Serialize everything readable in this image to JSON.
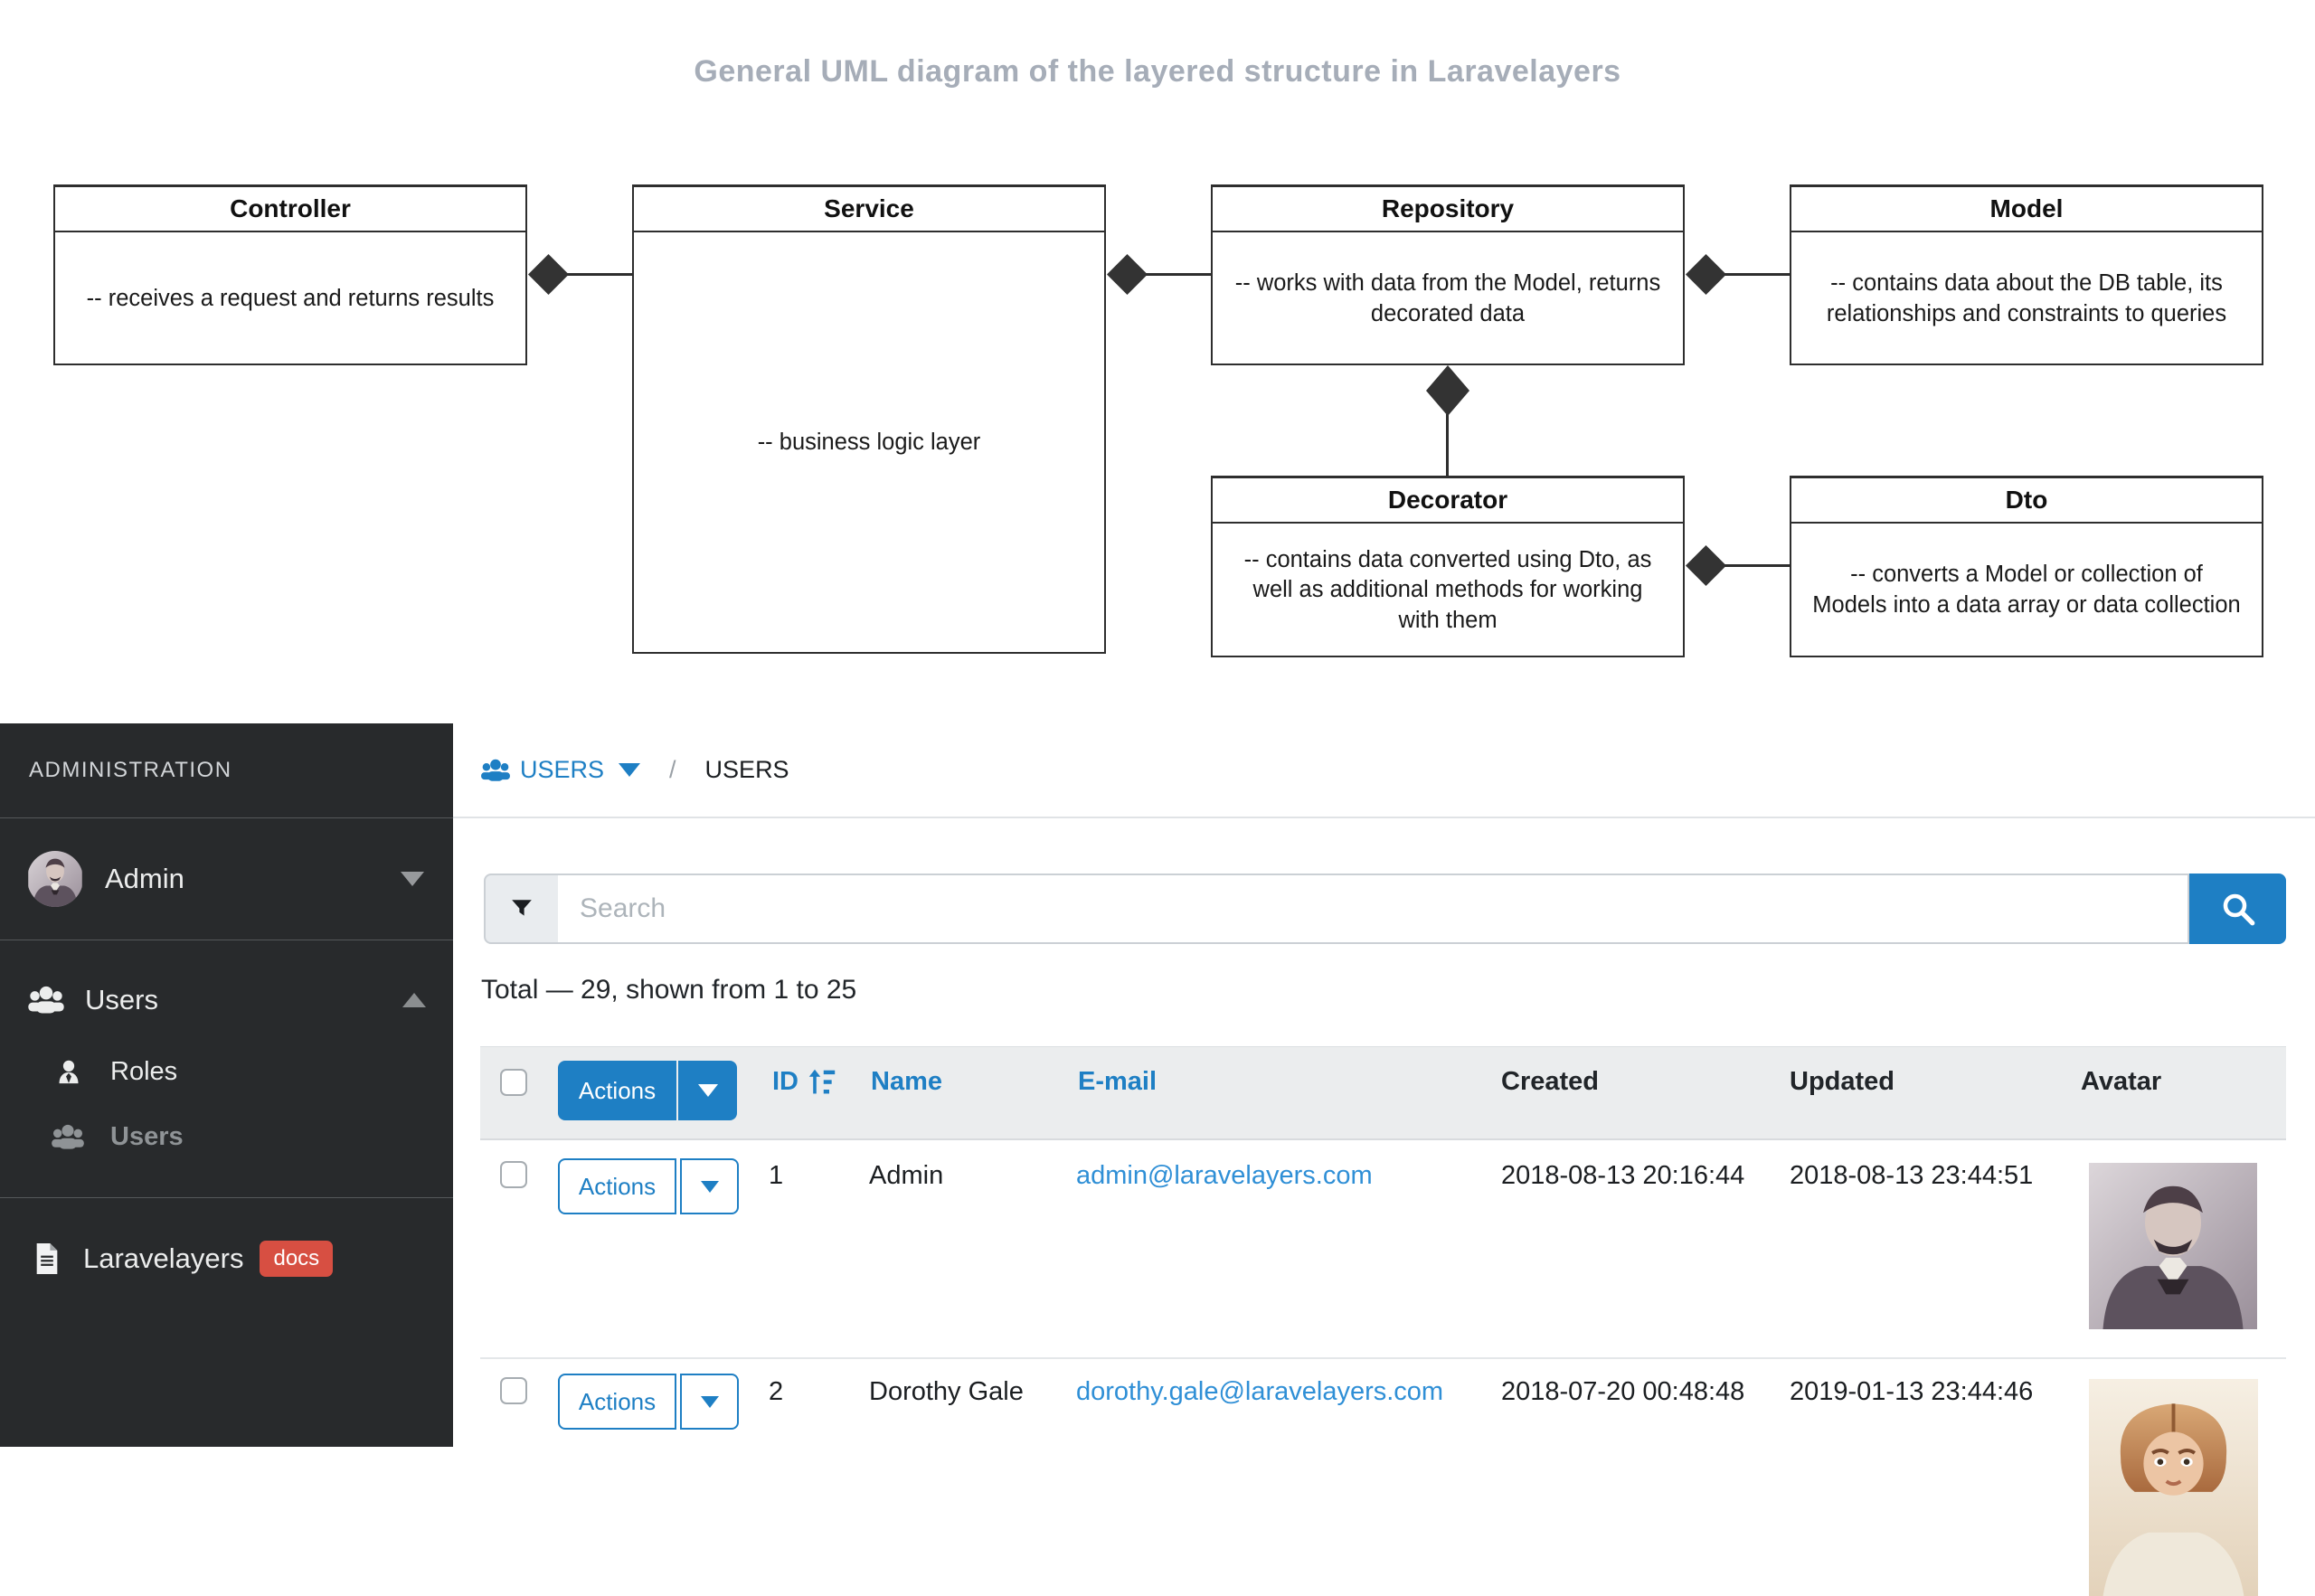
{
  "diagram": {
    "title": "General UML diagram of the layered structure in Laravelayers",
    "boxes": [
      {
        "name": "Controller",
        "desc": "-- receives a request and returns results"
      },
      {
        "name": "Service",
        "desc": "-- business logic layer"
      },
      {
        "name": "Repository",
        "desc": "-- works with data from the Model, returns decorated data"
      },
      {
        "name": "Model",
        "desc": "-- contains data about the DB table, its relationships and constraints to queries"
      },
      {
        "name": "Decorator",
        "desc": "-- contains data converted using Dto, as well as additional methods for working with them"
      },
      {
        "name": "Dto",
        "desc": "-- converts a Model or collection of Models into a data array or data collection"
      }
    ]
  },
  "sidebar": {
    "section_label": "ADMINISTRATION",
    "user": {
      "name": "Admin"
    },
    "menu": {
      "users_label": "Users",
      "roles_label": "Roles",
      "users_sub_label": "Users"
    },
    "docs": {
      "label": "Laravelayers",
      "badge": "docs"
    }
  },
  "breadcrumb": {
    "root": "USERS",
    "separator": "/",
    "current": "USERS"
  },
  "search": {
    "placeholder": "Search"
  },
  "summary": "Total — 29, shown from 1 to 25",
  "table": {
    "actions_label": "Actions",
    "headers": {
      "id": "ID",
      "name": "Name",
      "email": "E-mail",
      "created": "Created",
      "updated": "Updated",
      "avatar": "Avatar"
    },
    "rows": [
      {
        "id": "1",
        "name": "Admin",
        "email": "admin@laravelayers.com",
        "created": "2018-08-13 20:16:44",
        "updated": "2018-08-13 23:44:51"
      },
      {
        "id": "2",
        "name": "Dorothy Gale",
        "email": "dorothy.gale@laravelayers.com",
        "created": "2018-07-20 00:48:48",
        "updated": "2019-01-13 23:44:46"
      }
    ]
  },
  "icons": {
    "users_icon": "three-person silhouette",
    "user_tie_icon": "single person with tie",
    "file_doc_icon": "document sheet with lines",
    "filter_icon": "funnel",
    "search_icon": "magnifier",
    "sort_icon": "sort-amount-up arrow with bars",
    "caret_down_icon": "filled triangle down",
    "caret_up_icon": "filled triangle up"
  },
  "colors": {
    "primary_blue": "#1e7fc4",
    "link_blue": "#2f8fd6",
    "badge_red": "#d74f42",
    "sidebar_bg": "#282a2c",
    "table_header_bg": "#ebedee",
    "title_gray": "#a6adb8",
    "text_dark": "#212529"
  }
}
